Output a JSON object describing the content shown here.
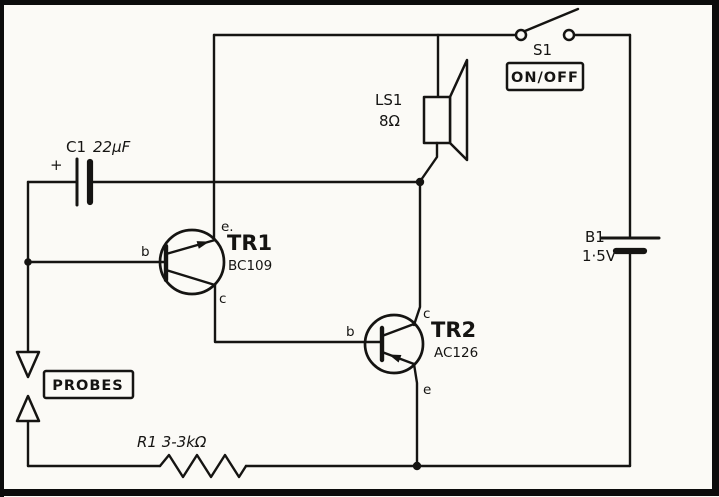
{
  "colors": {
    "ink": "#151412",
    "paper": "#fbfaf6"
  },
  "schematic": {
    "switch": {
      "ref": "S1",
      "state_label": "ON/OFF"
    },
    "speaker": {
      "ref": "LS1",
      "value": "8Ω"
    },
    "capacitor": {
      "ref": "C1",
      "value": "22µF",
      "polarity": "+"
    },
    "battery": {
      "ref": "B1",
      "value": "1·5V"
    },
    "resistor": {
      "label": "R1 3-3kΩ"
    },
    "probes": {
      "label": "PROBES"
    },
    "tr1": {
      "ref": "TR1",
      "part": "BC109",
      "base": "b",
      "collector": "c",
      "emitter": "e."
    },
    "tr2": {
      "ref": "TR2",
      "part": "AC126",
      "base": "b",
      "collector": "c",
      "emitter": "e"
    }
  }
}
